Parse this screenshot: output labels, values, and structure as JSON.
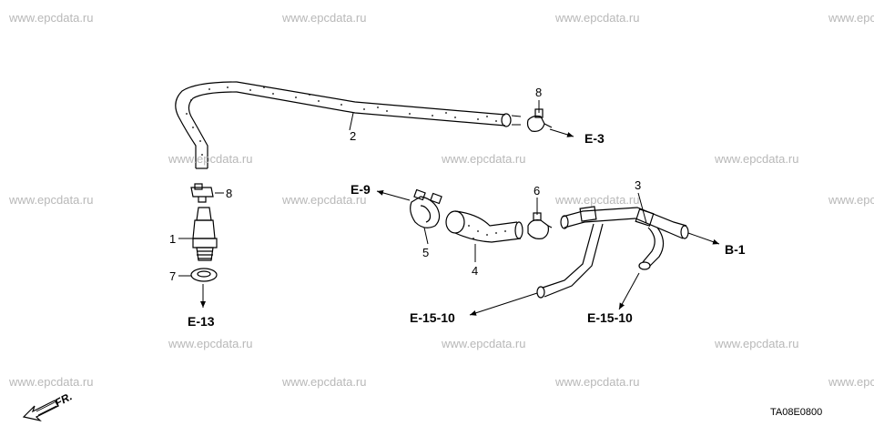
{
  "watermarks": [
    "www.epcdata.ru",
    "www.epcdata.ru",
    "www.epcdata.ru",
    "www.epcdata.ru",
    "www.epcdata.ru",
    "www.epcdata.ru",
    "www.epcdata.ru",
    "www.epcdata.ru",
    "www.epcdata.ru",
    "www.epcdata.ru",
    "www.epcdata.ru",
    "www.epcdata.ru",
    "www.epcdata.ru",
    "www.epcdata.ru",
    "www.epcdata.ru",
    "www.epcdata.ru",
    "www.epcdata.ru",
    "www.epcdata.ru"
  ],
  "parts": {
    "p1": "1",
    "p2": "2",
    "p3": "3",
    "p4": "4",
    "p5": "5",
    "p6": "6",
    "p7": "7",
    "p8a": "8",
    "p8b": "8"
  },
  "refs": {
    "e3": "E-3",
    "e9": "E-9",
    "b1": "B-1",
    "e13": "E-13",
    "e1510_left": "E-15-10",
    "e1510_right": "E-15-10"
  },
  "direction_label": "FR.",
  "diagram_code": "TA08E0800",
  "colors": {
    "line": "#000000",
    "watermark": "#b8b8b8",
    "background": "#ffffff"
  }
}
